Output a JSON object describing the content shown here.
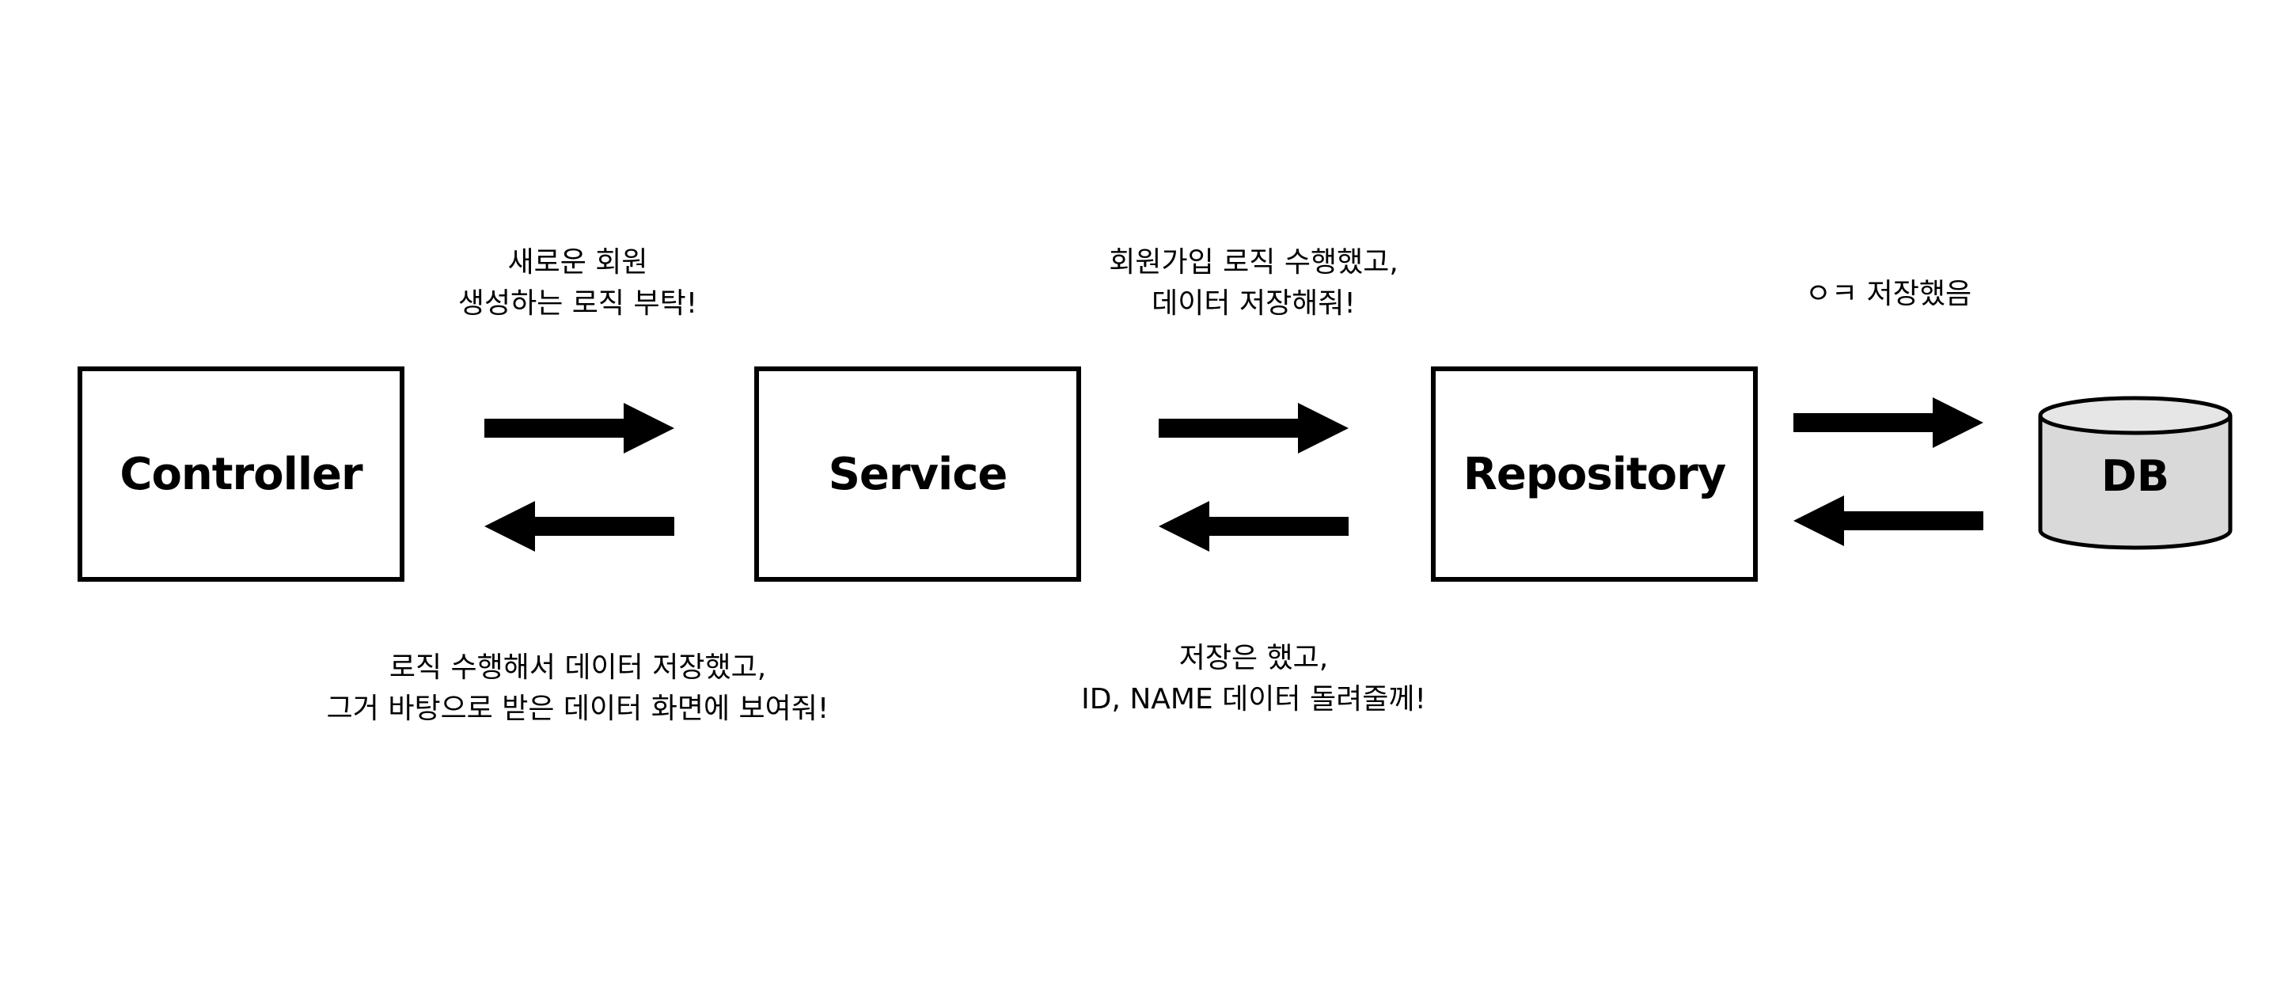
{
  "components": {
    "controller": "Controller",
    "service": "Service",
    "repository": "Repository",
    "db": "DB"
  },
  "messages": {
    "controller_to_service": [
      "새로운 회원",
      "생성하는 로직 부탁!"
    ],
    "service_to_controller": [
      "로직 수행해서 데이터 저장했고,",
      "그거 바탕으로 받은 데이터 화면에 보여줘!"
    ],
    "service_to_repository": [
      "회원가입 로직 수행했고,",
      "데이터 저장해줘!"
    ],
    "repository_to_service": [
      "저장은 했고,",
      "ID, NAME 데이터 돌려줄께!"
    ],
    "db_to_repository": [
      "ㅇㅋ 저장했음"
    ]
  }
}
